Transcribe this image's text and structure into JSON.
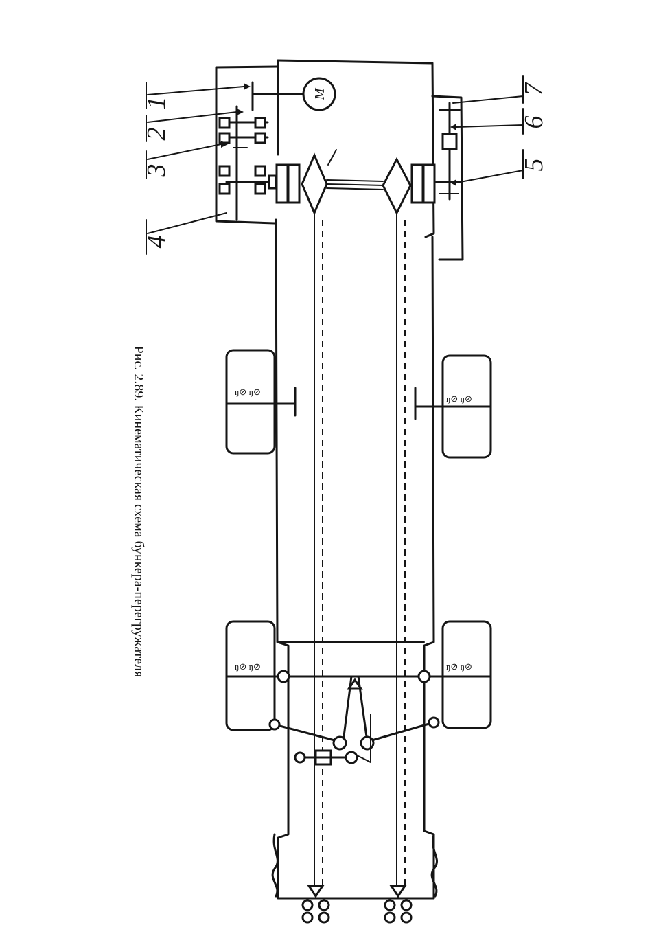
{
  "figure": {
    "caption": "Рис. 2.89. Кинематическая схема бункера-перегружателя",
    "motor_label": "М",
    "callouts": [
      {
        "id": "1",
        "label": "1"
      },
      {
        "id": "2",
        "label": "2"
      },
      {
        "id": "3",
        "label": "3"
      },
      {
        "id": "4",
        "label": "4"
      },
      {
        "id": "5",
        "label": "5"
      },
      {
        "id": "6",
        "label": "6"
      },
      {
        "id": "7",
        "label": "7"
      }
    ]
  }
}
